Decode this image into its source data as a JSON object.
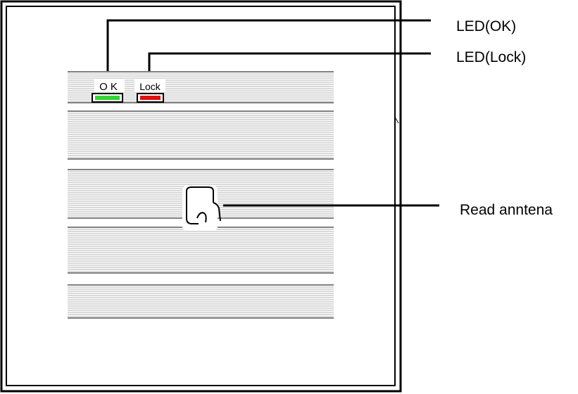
{
  "device": {
    "led_ok_label": "O K",
    "led_lock_label": "Lock",
    "led_ok_color": "#33d433",
    "led_lock_color": "#e01010"
  },
  "callouts": {
    "led_ok": "LED(OK)",
    "led_lock": "LED(Lock)",
    "read_antenna": "Read anntena"
  },
  "hatch": {
    "line_color": "#9a9a9a",
    "frame_color": "#000000"
  }
}
